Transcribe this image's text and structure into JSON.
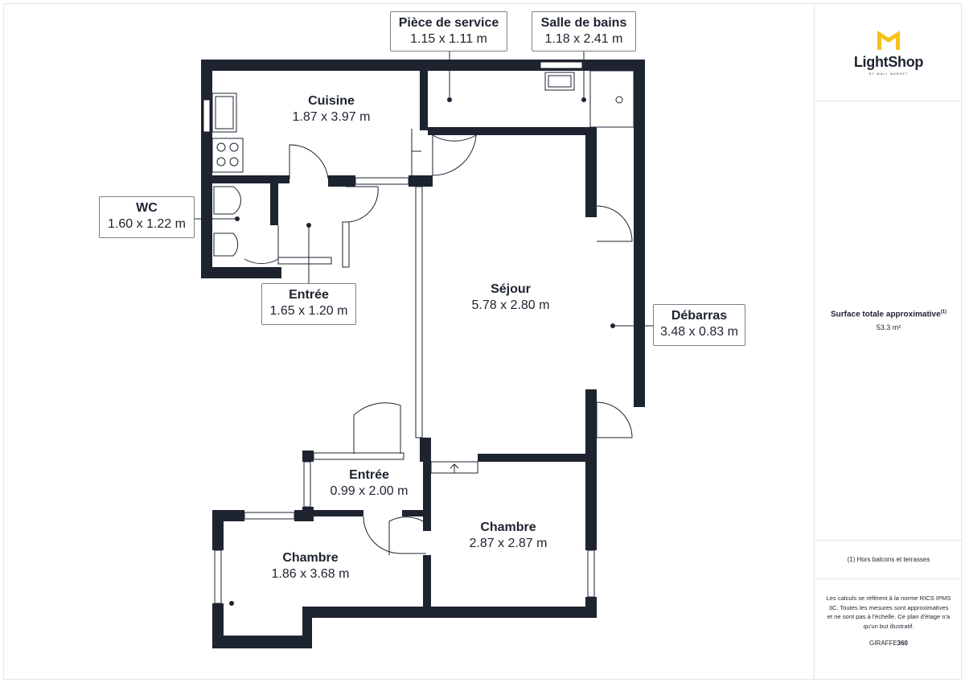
{
  "rooms": {
    "cuisine": {
      "name": "Cuisine",
      "dims": "1.87 x 3.97 m"
    },
    "piece_service": {
      "name": "Pièce de service",
      "dims": "1.15 x 1.11 m"
    },
    "salle_bains": {
      "name": "Salle de bains",
      "dims": "1.18 x 2.41 m"
    },
    "wc": {
      "name": "WC",
      "dims": "1.60 x 1.22 m"
    },
    "entree_1": {
      "name": "Entrée",
      "dims": "1.65 x 1.20 m"
    },
    "sejour": {
      "name": "Séjour",
      "dims": "5.78 x 2.80 m"
    },
    "debarras": {
      "name": "Débarras",
      "dims": "3.48 x 0.83 m"
    },
    "entree_2": {
      "name": "Entrée",
      "dims": "0.99 x 2.00 m"
    },
    "chambre_1": {
      "name": "Chambre",
      "dims": "1.86 x 3.68 m"
    },
    "chambre_2": {
      "name": "Chambre",
      "dims": "2.87 x 2.87 m"
    }
  },
  "sidebar": {
    "brand_name": "LightShop",
    "brand_tagline": "BY WALL MARKET",
    "surface_title": "Surface totale approximative",
    "surface_note_ref": "(1)",
    "surface_value": "53.3 m²",
    "footnote": "(1) Hors balcons et terrasses",
    "disclaimer": "Les calculs se réfèrent à la norme RICS IPMS 3C. Toutes les mesures sont approximatives et ne sont pas à l'échelle. Ce plan d'étage n'a qu'un but illustratif.",
    "giraffe_prefix": "GIRAFFE",
    "giraffe_suffix": "360"
  },
  "colors": {
    "wall": "#1e2330",
    "brand_yellow": "#f4c21b",
    "text": "#1e2330"
  },
  "icons": [
    "lightshop-logo-icon",
    "sink-icon",
    "cooktop-icon",
    "toilet-icon",
    "shower-icon",
    "door-swing-icon"
  ]
}
